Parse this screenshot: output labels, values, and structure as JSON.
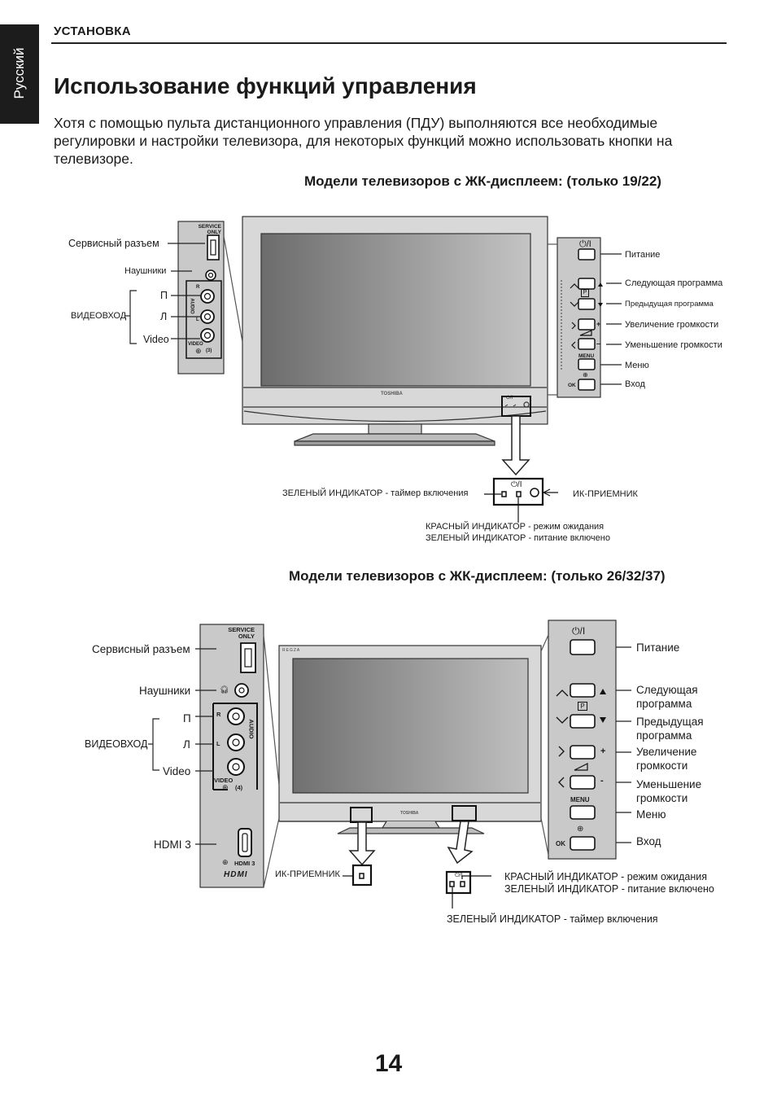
{
  "side_tab": "Русский",
  "section": "УСТАНОВКА",
  "title": "Использование функций управления",
  "intro": "Хотя с помощью пульта дистанционного управления (ПДУ) выполняются все необходимые регулировки и настройки телевизора, для некоторых функций можно использовать кнопки на телевизоре.",
  "page_number": "14",
  "diagram1": {
    "heading": "Модели телевизоров с ЖК-дисплеем: (только 19/22)",
    "left_labels": {
      "service": "Сервисный разъем",
      "headphones": "Наушники",
      "right": "П",
      "left": "Л",
      "video": "Video",
      "video_in": "ВИДЕОВХОД"
    },
    "panel_text": {
      "service_only": "SERVICE\nONLY",
      "audio": "AUDIO",
      "r": "R",
      "l": "L",
      "video": "VIDEO",
      "input_num": "(3)"
    },
    "brand": "TOSHIBA",
    "buttons": {
      "power": "Питание",
      "next": "Следующая программа",
      "prev": "Предыдущая программа",
      "vol_up": "Увеличение громкости",
      "vol_down": "Уменьшение громкости",
      "menu": "Меню",
      "input": "Вход"
    },
    "button_panel_text": {
      "menu": "MENU",
      "ok": "OK",
      "p": "P"
    },
    "indicators": {
      "green_timer": "ЗЕЛЕНЫЙ ИНДИКАТОР - таймер включения",
      "ir": "ИК-ПРИЕМНИК",
      "red_standby": "КРАСНЫЙ ИНДИКАТОР - режим ожидания",
      "green_on": "ЗЕЛЕНЫЙ ИНДИКАТОР - питание включено"
    }
  },
  "diagram2": {
    "heading": "Модели телевизоров с ЖК-дисплеем: (только 26/32/37)",
    "left_labels": {
      "service": "Сервисный разъем",
      "headphones": "Наушники",
      "right": "П",
      "left": "Л",
      "video": "Video",
      "video_in": "ВИДЕОВХОД",
      "hdmi": "HDMI 3"
    },
    "panel_text": {
      "service_only": "SERVICE\nONLY",
      "audio": "AUDIO",
      "r": "R",
      "l": "L",
      "video": "VIDEO",
      "input_num": "(4)",
      "hdmi_num": "HDMI 3",
      "hdmi_logo": "HDMI"
    },
    "brand": "TOSHIBA",
    "regza": "REGZA",
    "buttons": {
      "power": "Питание",
      "next": "Следующая программа",
      "prev": "Предыдущая программа",
      "vol_up": "Увеличение громкости",
      "vol_down": "Уменьшение громкости",
      "menu": "Меню",
      "input": "Вход"
    },
    "button_panel_text": {
      "menu": "MENU",
      "ok": "OK",
      "p": "P"
    },
    "indicators": {
      "ir": "ИК-ПРИЕМНИК",
      "red_standby": "КРАСНЫЙ ИНДИКАТОР - режим ожидания",
      "green_on": "ЗЕЛЕНЫЙ ИНДИКАТОР - питание включено",
      "green_timer": "ЗЕЛЕНЫЙ ИНДИКАТОР - таймер включения"
    }
  },
  "colors": {
    "panel": "#c9c9c9",
    "screen_dark": "#6f6f6f",
    "screen_light": "#bcbcbc",
    "frame": "#d6d6d6",
    "ink": "#1a1a1a"
  }
}
